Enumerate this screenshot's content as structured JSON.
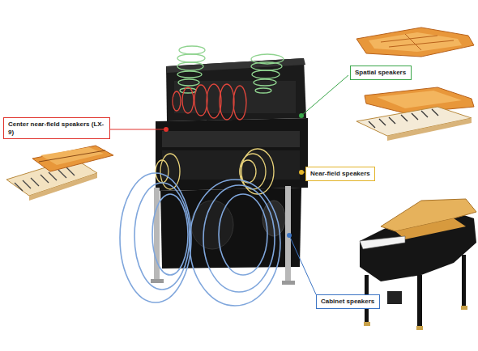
{
  "diagram": {
    "nodes": [
      {
        "text": [
          "Spatial speakers"
        ]
      },
      {
        "text": [
          "Center near-field speakers (LX-9)"
        ]
      },
      {
        "text": [
          "Near-field speakers"
        ]
      },
      {
        "text": [
          "Cabinet speakers"
        ]
      }
    ]
  }
}
